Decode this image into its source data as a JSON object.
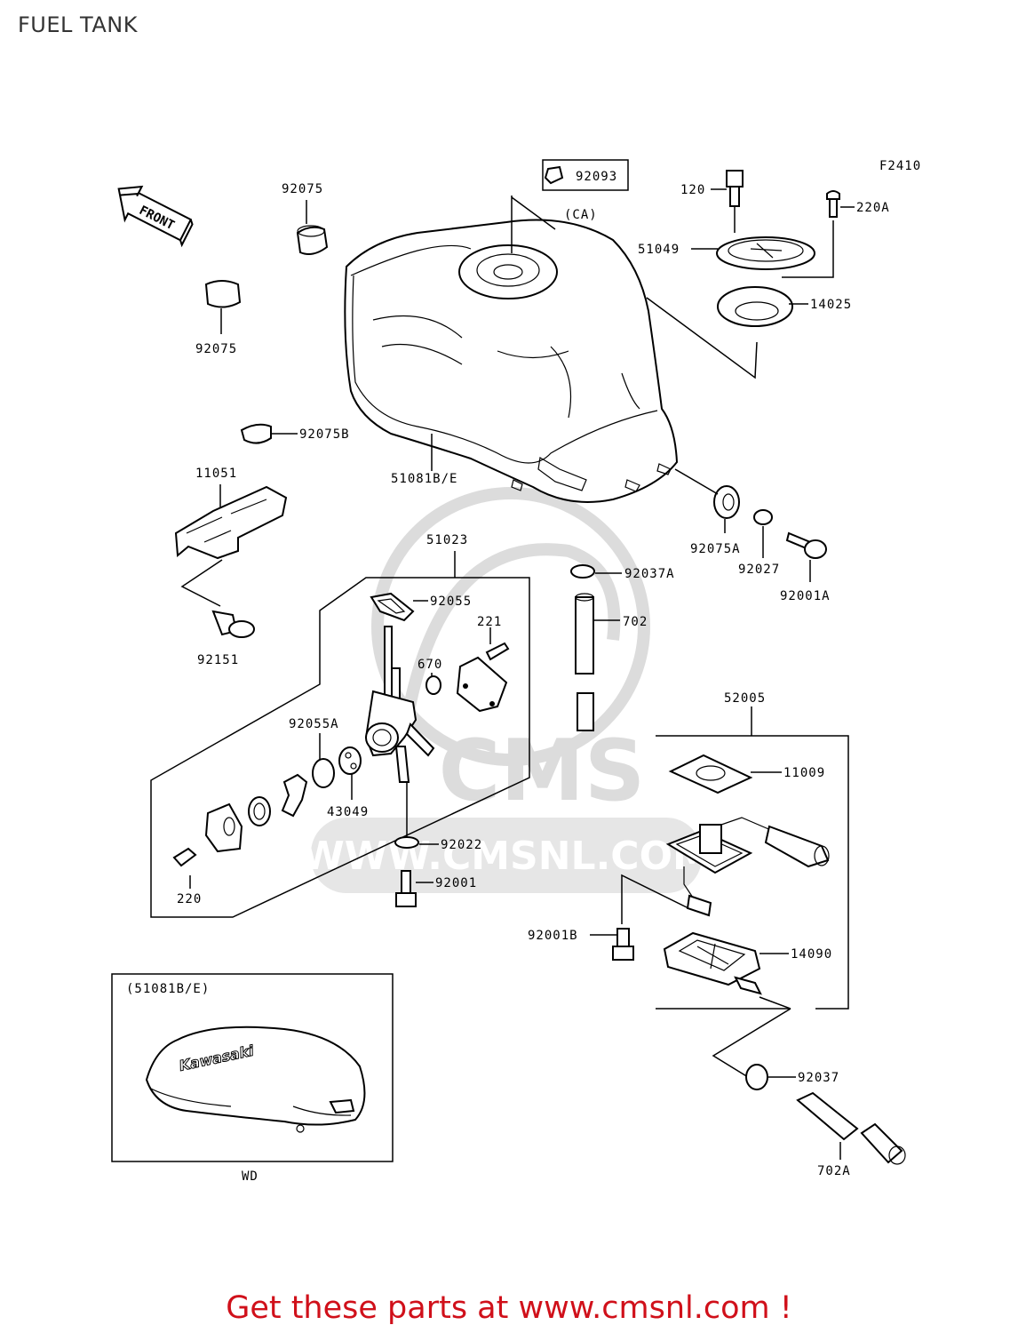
{
  "title": "FUEL TANK",
  "figure_code": "F2410",
  "front_label": "FRONT",
  "variant_label": "(CA)",
  "inset": {
    "title": "(51081B/E)",
    "footer": "WD",
    "brand": "Kawasaki"
  },
  "watermark": {
    "logo": "CMS",
    "url": "WWW.CMSNL.COM"
  },
  "footer": "Get these parts at www.cmsnl.com !",
  "colors": {
    "footer": "#d0101a",
    "watermark": "#d9d9d9"
  },
  "callouts": {
    "c92093": "92093",
    "c120": "120",
    "c220A": "220A",
    "c92075a": "92075",
    "c51049": "51049",
    "c14025": "14025",
    "c92075b": "92075",
    "c92075B": "92075B",
    "c11051": "11051",
    "c51081BE": "51081B/E",
    "c92075A": "92075A",
    "c92027": "92027",
    "c92001A": "92001A",
    "c51023": "51023",
    "c92037A": "92037A",
    "c92055": "92055",
    "c221": "221",
    "c702": "702",
    "c92151": "92151",
    "c670": "670",
    "c92055A": "92055A",
    "c43049": "43049",
    "c52005": "52005",
    "c11009": "11009",
    "c92022": "92022",
    "c220": "220",
    "c92001": "92001",
    "c92001B": "92001B",
    "c14090": "14090",
    "c92037": "92037",
    "c702A": "702A"
  }
}
